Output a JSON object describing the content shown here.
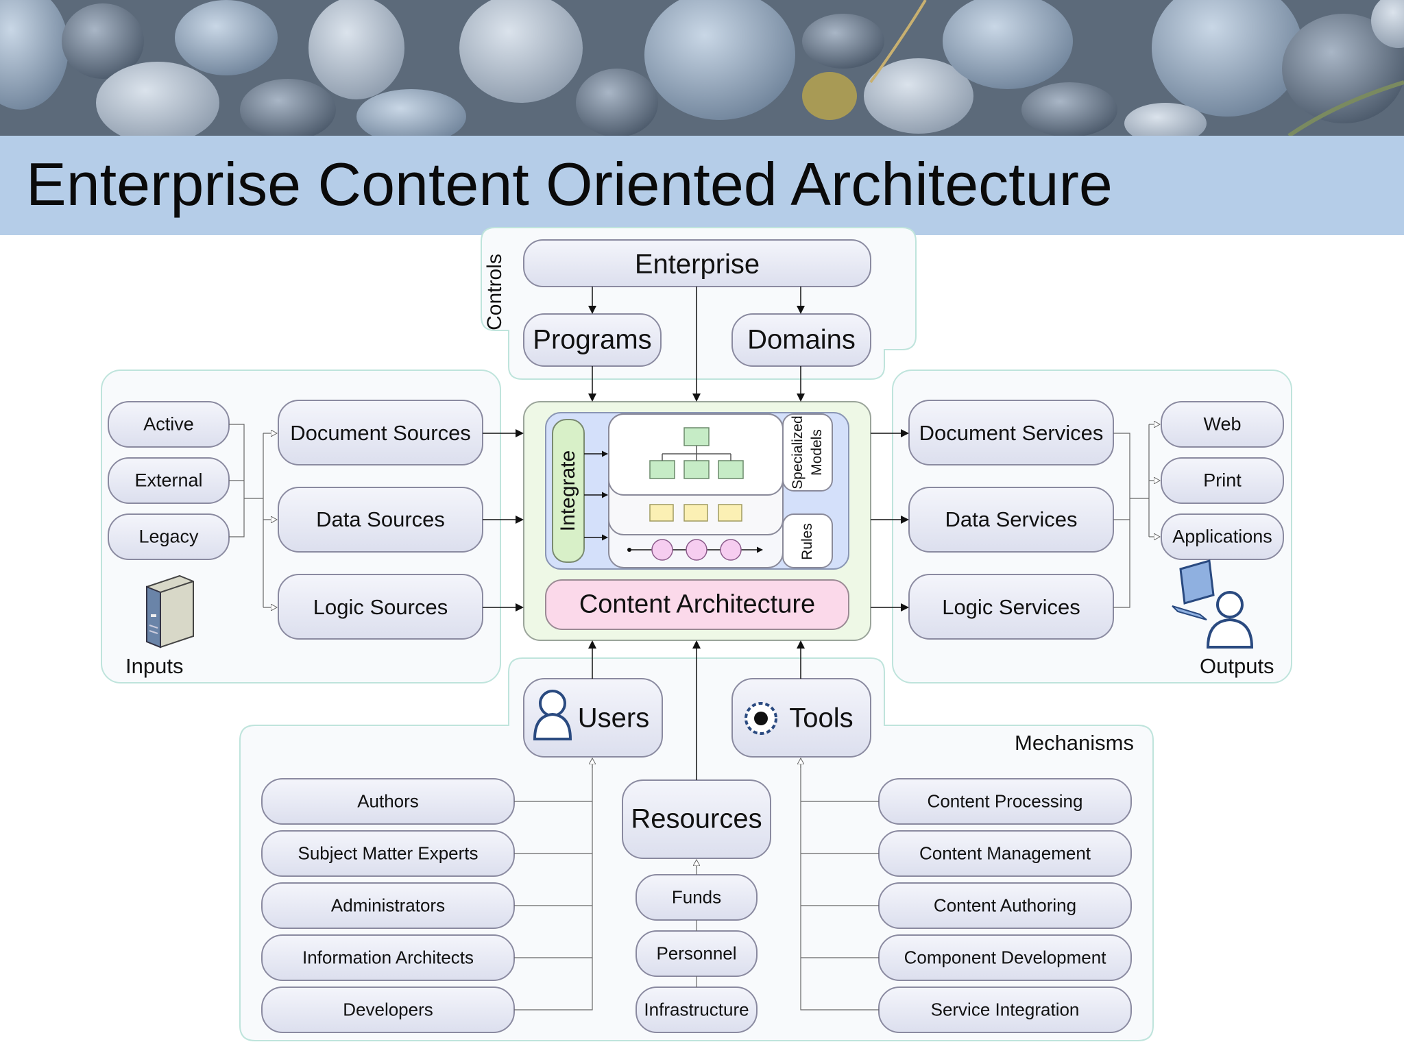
{
  "slide_title": "Enterprise Content Oriented Architecture",
  "controls": {
    "label": "Controls",
    "enterprise": "Enterprise",
    "programs": "Programs",
    "domains": "Domains"
  },
  "inputs": {
    "label": "Inputs",
    "sources": [
      "Active",
      "External",
      "Legacy"
    ],
    "items": [
      "Document Sources",
      "Data Sources",
      "Logic Sources"
    ],
    "icon": "server-icon"
  },
  "core": {
    "integrate": "Integrate",
    "specialized_models": [
      "Specialized",
      "Models"
    ],
    "rules": "Rules",
    "content_architecture": "Content Architecture"
  },
  "outputs": {
    "label": "Outputs",
    "items": [
      "Document Services",
      "Data Services",
      "Logic Services"
    ],
    "targets": [
      "Web",
      "Print",
      "Applications"
    ],
    "icon": "computer-user-icon"
  },
  "mechanisms": {
    "label": "Mechanisms",
    "users": "Users",
    "tools": "Tools",
    "resources": "Resources",
    "user_roles": [
      "Authors",
      "Subject Matter Experts",
      "Administrators",
      "Information Architects",
      "Developers"
    ],
    "resource_items": [
      "Funds",
      "Personnel",
      "Infrastructure"
    ],
    "tool_items": [
      "Content Processing",
      "Content Management",
      "Content Authoring",
      "Component Development",
      "Service Integration"
    ]
  },
  "colors": {
    "title_band": "#b5cde8",
    "pill_fill": "#e4e6f2",
    "panel_border": "#b8e0d8",
    "core_fill": "#eef8e6",
    "content_arch_fill": "#fbd9ea",
    "integrate_fill": "#d8f0c8",
    "green_box": "#c6ecc6",
    "yellow_box": "#fbf0b4",
    "pink_circle": "#f6cdf0"
  }
}
